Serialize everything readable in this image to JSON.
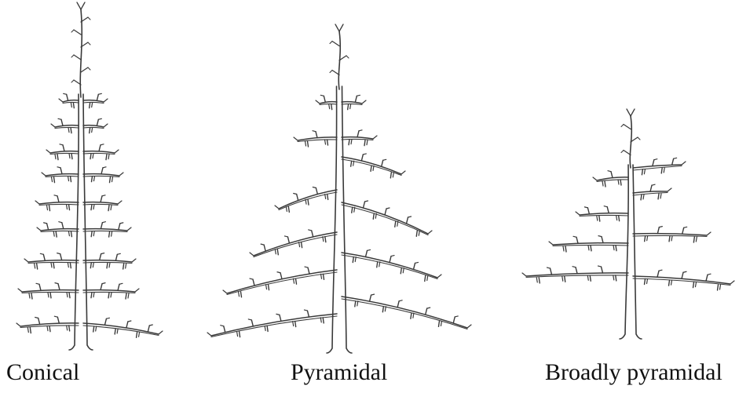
{
  "figures": [
    {
      "id": "conical",
      "label": "Conical"
    },
    {
      "id": "pyramidal",
      "label": "Pyramidal"
    },
    {
      "id": "broadly-pyramidal",
      "label": "Broadly pyramidal"
    }
  ],
  "colors": {
    "stroke": "#3a3a3a",
    "background": "#ffffff",
    "text": "#111111"
  }
}
